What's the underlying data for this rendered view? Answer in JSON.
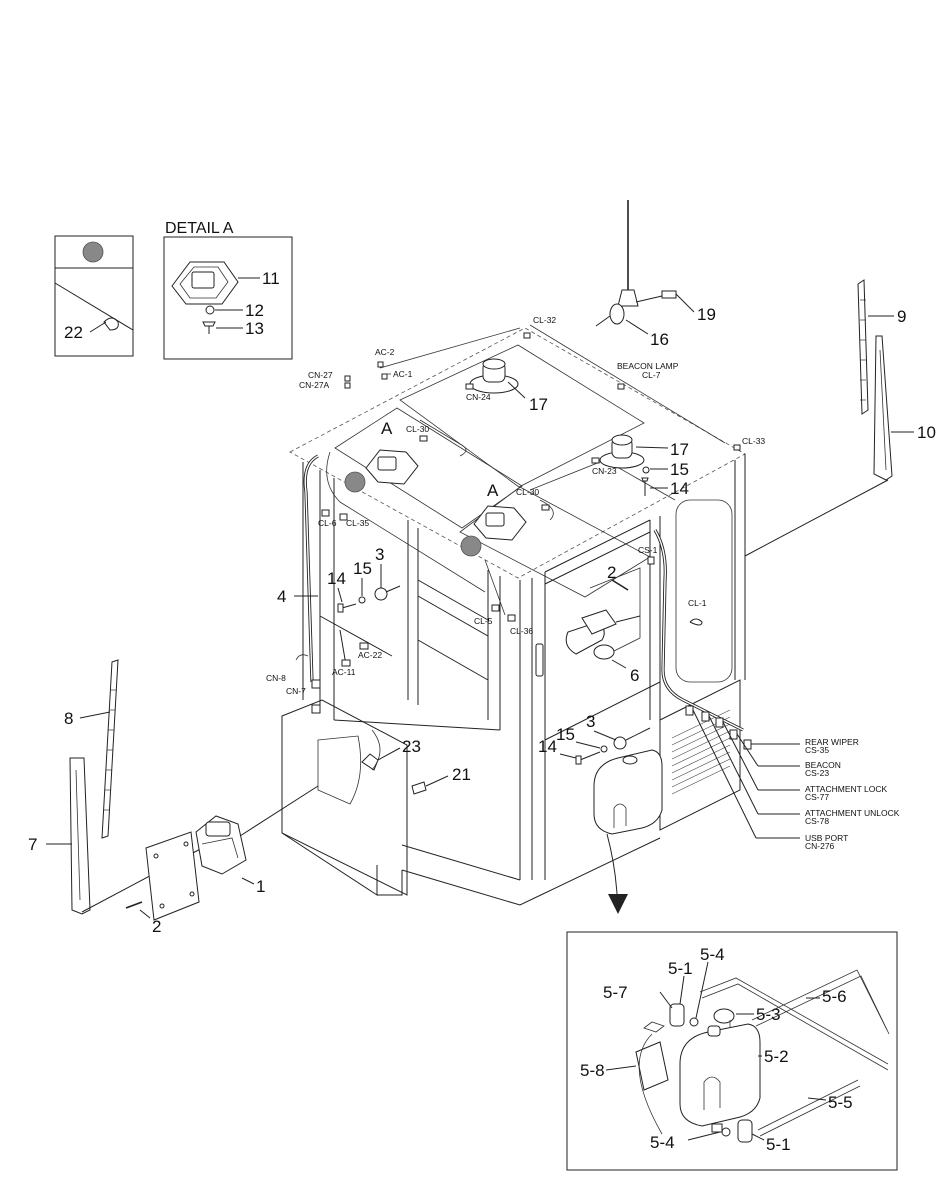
{
  "detail": {
    "title": "DETAIL A"
  },
  "view_marker": "A",
  "callouts": {
    "c1": "1",
    "c2": "2",
    "c2b": "2",
    "c3": "3",
    "c3b": "3",
    "c4": "4",
    "c6": "6",
    "c7": "7",
    "c8": "8",
    "c9": "9",
    "c10": "10",
    "c11": "11",
    "c12": "12",
    "c13": "13",
    "c14": "14",
    "c14b": "14",
    "c14c": "14",
    "c15": "15",
    "c15b": "15",
    "c15c": "15",
    "c16": "16",
    "c17": "17",
    "c17b": "17",
    "c19": "19",
    "c21": "21",
    "c22": "22",
    "c23": "23",
    "c51": "5-1",
    "c51b": "5-1",
    "c52": "5-2",
    "c53": "5-3",
    "c54": "5-4",
    "c54b": "5-4",
    "c55": "5-5",
    "c56": "5-6",
    "c57": "5-7",
    "c58": "5-8"
  },
  "connectors": {
    "ac2": "AC-2",
    "ac1": "AC-1",
    "cn27": "CN-27",
    "cn27a": "CN-27A",
    "cl32": "CL-32",
    "beacon_lamp": "BEACON LAMP",
    "cl7": "CL-7",
    "cn24": "CN-24",
    "cl30": "CL-30",
    "cl30b": "CL-30",
    "cn23": "CN-23",
    "cl33": "CL-33",
    "cl6": "CL-6",
    "cl35": "CL-35",
    "cs1": "CS-1",
    "cl1": "CL-1",
    "cl5": "CL-5",
    "cl36": "CL-36",
    "ac22": "AC-22",
    "ac11": "AC-11",
    "cn8": "CN-8",
    "cn7": "CN-7"
  },
  "legend": [
    {
      "name": "REAR WIPER",
      "code": "CS-35"
    },
    {
      "name": "BEACON",
      "code": "CS-23"
    },
    {
      "name": "ATTACHMENT LOCK",
      "code": "CS-77"
    },
    {
      "name": "ATTACHMENT UNLOCK",
      "code": "CS-78"
    },
    {
      "name": "USB PORT",
      "code": "CN-276"
    }
  ]
}
